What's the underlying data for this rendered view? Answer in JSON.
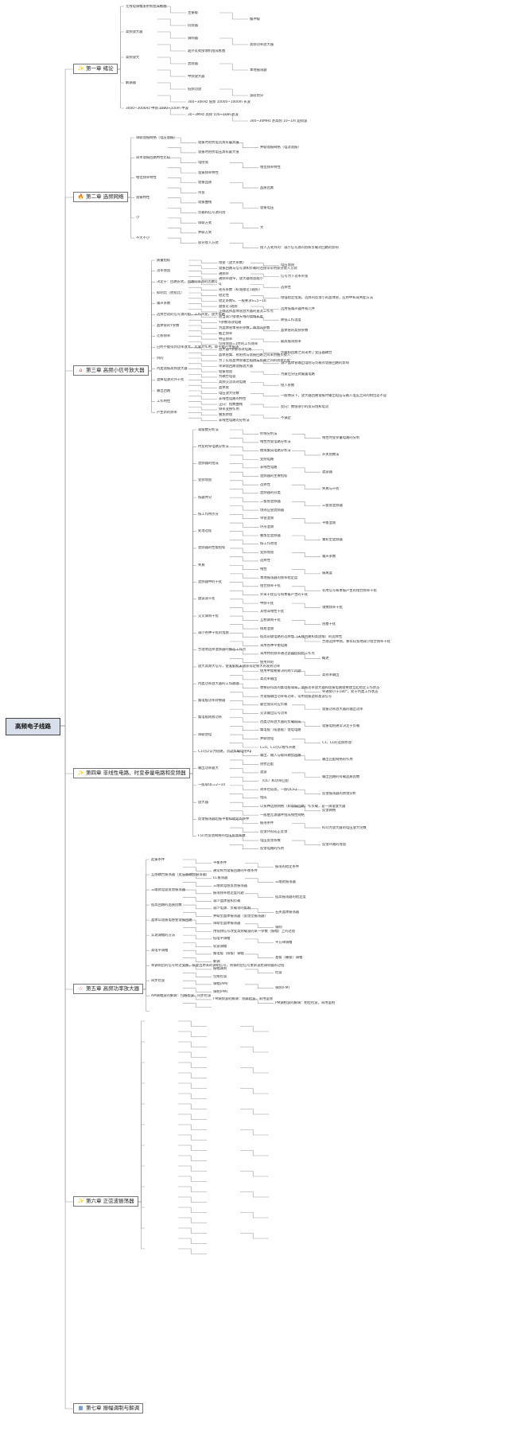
{
  "colors": {
    "line": "#9a9a9a",
    "root_bg": "#d9dfea",
    "chapter_border": "#777777"
  },
  "root": "高频电子线路",
  "chapters": [
    {
      "icon": "✨",
      "icon_name": "sparkle-icon",
      "icon_color": "#e3a42a",
      "label": "第一章 绪论"
    },
    {
      "icon": "🔥",
      "icon_name": "flame-icon",
      "icon_color": "#2f8de4",
      "label": "第二章 选频网络"
    },
    {
      "icon": "⌂",
      "icon_name": "home-icon",
      "icon_color": "#d0463b",
      "label": "第三章 高频小信号放大器"
    },
    {
      "icon": "✨",
      "icon_name": "sparkle-icon",
      "icon_color": "#e3a42a",
      "label": "第四章 非线性电路、时变参量电路和变频器"
    },
    {
      "icon": "☆",
      "icon_name": "star-icon",
      "icon_color": "#d0463b",
      "label": "第五章 高频功率放大器"
    },
    {
      "icon": "✨",
      "icon_name": "sparkle-icon",
      "icon_color": "#e3a42a",
      "label": "第六章 正弦波振荡器"
    },
    {
      "icon": "▦",
      "icon_name": "grid-icon",
      "icon_color": "#2f6fbf",
      "label": "第七章 振幅调制与解调"
    }
  ],
  "labels": [
    "无线电调幅发射机组成框图",
    "主振级",
    "缓冲级",
    "倍频器",
    "高频放大器",
    "调制器",
    "高频功率放大器",
    "超外差式接收机组成框图",
    "高频放大",
    "混频器",
    "本地振荡器",
    "中频放大器",
    "解调器",
    "低频功放",
    "波段划分",
    "300~30kHz 低频 10000~1000m 长波",
    "3000~300kHz 中频 1000~100m 中波",
    "30~3MHz 高频 100~10m 短波",
    "300~30MHz 甚高频 10~1m 超短波",
    "串联谐振网络（电压谐振）",
    "谐振时阻抗电流具有最大值",
    "并联谐振网络（电流谐振）",
    "谐振时阻抗电压具有最大值",
    "简单谐振回路特性比较",
    "电阻值",
    "相位频率特性",
    "谐振频率特性",
    "相位频率特性",
    "谐振品质",
    "品质因素",
    "带宽",
    "谐振特性",
    "谐振曲线",
    "谐振电压",
    "负载和信号源内阻",
    "小",
    "串联方式",
    "大",
    "并联方式",
    "不大不小",
    "部分接入方式",
    "接入方式目的：减小信号源内阻和负载对回路的影响",
    "质量指标",
    "增益（放大系数）",
    "电压增益",
    "谐振回路与信号源和负载的连接常常用部分接入方式",
    "功率增益",
    "通频带",
    "信号为下功率带宽",
    "通频带越窄，放大器增益越小",
    "决定于：回路形式，回路的带宽的因素Q",
    "Q",
    "选择性",
    "矩形系数（Kr越接近1越好）",
    "抑制比（抗扰比）",
    "稳定性",
    "增强稳定措施，选择内反馈小的晶体管，应用中和或失配方法",
    "稳定系数S，一般要求S=5~10",
    "噪声系数",
    "越接近1越好",
    "选用低噪声器件和元件",
    "正确选择晶体管放大器的直流工作点",
    "选择合适的信号源内阻，工作带宽，放大电路",
    "适当减少接收天线的馈线长度",
    "降低工作温度",
    "Y参数等效电路",
    "晶体管的Y参数",
    "为晶体管本身的参数，称为内参数",
    "晶体管的高频参数",
    "截止频率",
    "迁移频率",
    "特征频率",
    "最高振荡频率",
    "仅限增益=1时的工作频率",
    "已经不能得到功率放大，无放大作用，即不能产生振荡",
    "放大器Y参数等效电路",
    "负载和回路之间采用了变压器耦合",
    "晶体管集、射阻抗与谐振回路之间采用抽头接入",
    "目的",
    "为了实现晶体管输出阻抗与负载之间的阻抗匹配",
    "减少晶体管输出电阻与负载对谐振回路的影响",
    "单调谐回路谐振放大器",
    "丙类谐振高频放大器",
    "谐振增益",
    "为最佳分压式偏置电路",
    "为耦合电容",
    "滤掉电源对外干扰",
    "高频交流等效电路",
    "接入系数",
    "晶体管",
    "输出回路",
    "电压放大倍数",
    "一般情况下，放大器回路谐振时输出电压与输入电压之间的相位差不是",
    "非线性电路的特性",
    "工作特性",
    "正向：指数曲线",
    "反向：数值很小的反向饱和电流",
    "频率变换作用",
    "产生新的频率",
    "叠加原理",
    "不满足",
    "非线性电路的分析法",
    "幂级数分析法",
    "折线分析法",
    "线性时变参量电路的分析",
    "线性时变电路分析法",
    "时变跨导电路分析法",
    "模拟集成电路分析法",
    "开关函数法",
    "变频电路",
    "混频器的组成",
    "非线性电路",
    "滤波器",
    "混频器的主要指标",
    "变频增益",
    "选择性",
    "失真与干扰",
    "混频器的分类",
    "按器件分",
    "二极管混频器",
    "三极管混频器",
    "场效应管混频器",
    "按工作特点分",
    "单管混频",
    "平衡混频",
    "环形混频",
    "处理过程",
    "叠加型混频器",
    "乘积型混频器",
    "按工作原理",
    "混频器的性能指标",
    "变频增益",
    "噪声系数",
    "选择性",
    "失真",
    "线性",
    "隔离度",
    "本地振荡器的频率稳定度",
    "混频器中的干扰",
    "组合频率干扰",
    "有用信号和本振产生的组合频率干扰",
    "外来干扰信号和本振产生的干扰",
    "副波道干扰",
    "中频干扰",
    "镜像频率干扰",
    "其他非线性干扰",
    "交叉调制干扰",
    "互相调制干扰",
    "阻塞干扰",
    "倒易混频",
    "减小各种干扰的措施",
    "提高前级电路的选择性（天线回路和高放级）的选择性",
    "合理选择中频，要有较宽地减小组合频率干扰",
    "采用各种平衡电路",
    "合理地选择混频器的静态工作点",
    "采用特别频带通过滤器控制到工作点",
    "概述",
    "使用目的",
    "放大高频大信号，使发射机末级获得足够大的发射功率",
    "使用中需要解决的两个问题",
    "高效率输出",
    "高功率输出",
    "丙类功率放大器的工作原理",
    "想要获得高的集电极效率，谐振功率放大器和谐振电路需要建立起稳定工作状态",
    "导通角小于180°，处于丙类工作状态",
    "为谐振输出功率和功率，常用谐振滤除基波信号",
    "集电极功率转换器",
    "最佳值常对应负载",
    "谐振功率放大器的输出功率",
    "交流输出信号功率",
    "集电极耗散功率",
    "丙类功率放大器的负载形成",
    "谐振电阻通常决定于负载",
    "集电极（或基极）馈电电路",
    "串联馈电",
    "并联馈电",
    "C1、L1的选频原理：",
    "L=0，C1可以看作开路",
    "C1可以认为短路，流过负载电阻Rp",
    "输出、输入与级间耦合回路",
    "输出匹配网络的作用",
    "阻抗匹配",
    "输出功率最大",
    "滤波",
    "输出回路的有载品质因数",
    "（QL）和功率匹配",
    "一般取QL=2~10",
    "效率也较高，一般QL>1",
    "反馈振荡器的原理分析",
    "组成",
    "放大器",
    "以某种选频网络（如谐振回路）作负载，是一调谐放大器",
    "反馈网络",
    "一般由无源器件组成线性网络",
    "反馈振荡器起振平衡和稳定的条件",
    "振荡条件",
    "K(s)为放大器的电压放大倍数",
    "反馈环形成正反馈",
    "F(s)为反馈网络的电压反馈系数",
    "电压反馈系数",
    "反馈环路的增益",
    "反馈电路的作用",
    "起振条件",
    "平衡条件",
    "振荡的稳定条件",
    "通常称为谐振回路的平衡条件",
    "互感耦合振荡器（变压器耦合振荡器）",
    "LC振荡器",
    "三端式振荡器",
    "三端式电感反馈振荡器",
    "三端式电容反馈振荡器",
    "振荡频率稳定度问题",
    "提高振荡器的稳定度",
    "减少晶体管和负载",
    "提高回路的品质因数",
    "减少电源、负载等的影响",
    "石英晶体振荡器",
    "并联型晶体振荡器（反馈型振荡器）",
    "晶体以谐振电感使谐振回路",
    "串联型晶体振荡器",
    "调制",
    "用低频信号改变高频载波的某一参数（振幅）上的过程",
    "实现调幅的方法",
    "低电平调幅",
    "平方律调幅",
    "斩波调幅",
    "高电平调幅",
    "集电极（阳极）调幅",
    "基极（栅极）调幅",
    "解调",
    "将调制后的信号经过变换，恢复出原来的调制信号，将调制后信号重新送给调制器的过程",
    "振幅调制",
    "检波",
    "包络检波",
    "同步检波",
    "调幅(AM)",
    "调频(FM)",
    "调相(PM)",
    "AM调幅波的解调：包络检波、同步检波",
    "FM调频波的解调：频率检波、采用鉴频",
    "PM调相波的解调：相位检波，采用鉴相"
  ]
}
